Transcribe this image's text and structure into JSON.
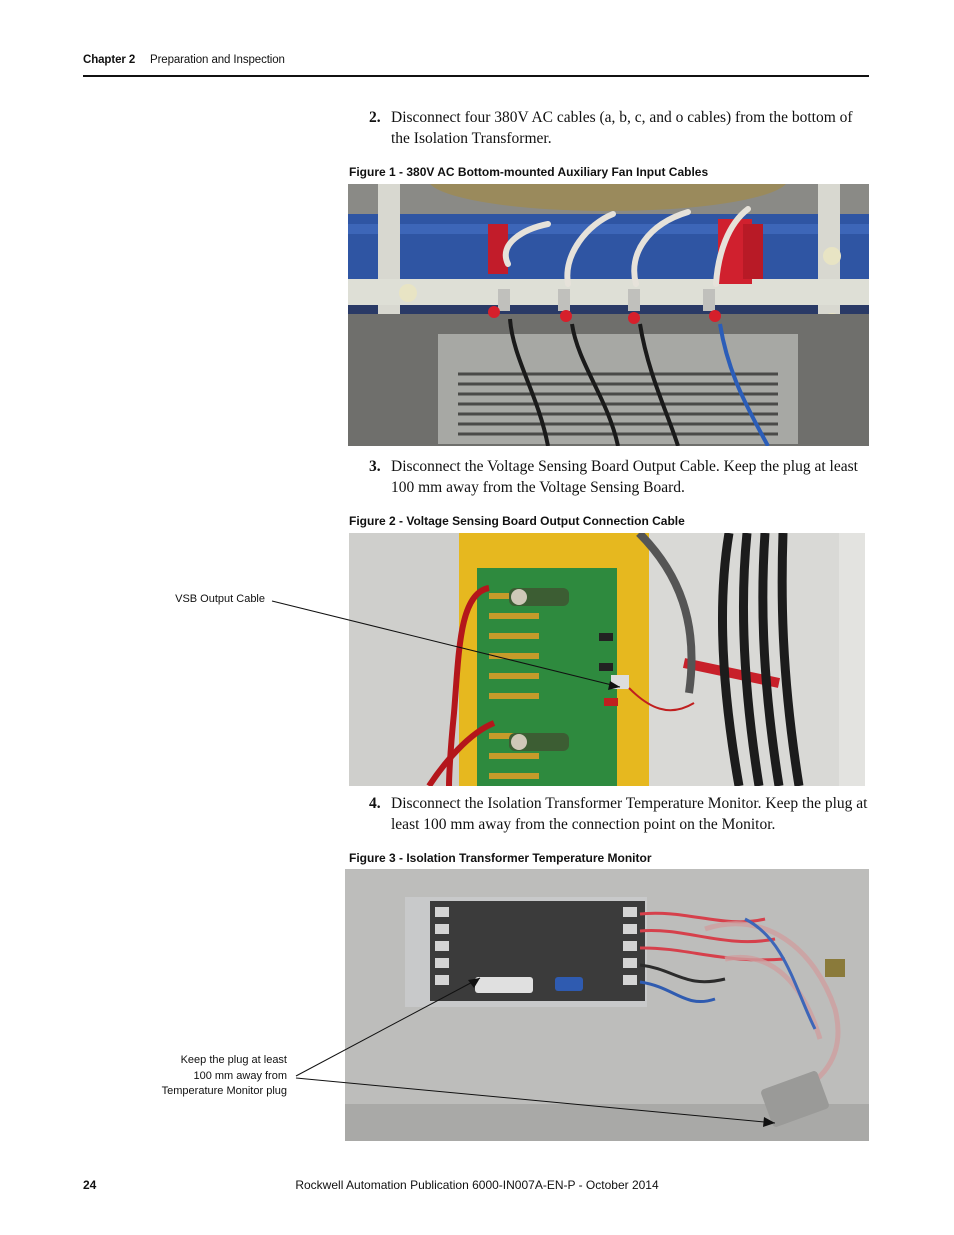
{
  "header": {
    "chapter": "Chapter 2",
    "section": "Preparation and Inspection"
  },
  "steps": [
    {
      "number": "2.",
      "text": "Disconnect four 380V AC cables (a, b, c, and o cables) from the bottom of the Isolation Transformer."
    },
    {
      "number": "3.",
      "text": "Disconnect the Voltage Sensing Board Output Cable. Keep the plug at least 100 mm away from the Voltage Sensing Board."
    },
    {
      "number": "4.",
      "text": "Disconnect the Isolation Transformer Temperature Monitor. Keep the plug at least 100 mm away from the connection point on the Monitor."
    }
  ],
  "figures": [
    {
      "caption": "Figure 1 - 380V AC Bottom-mounted Auxiliary Fan Input Cables"
    },
    {
      "caption": "Figure 2 -  Voltage Sensing Board Output Connection Cable",
      "callout": "VSB Output Cable"
    },
    {
      "caption": "Figure 3 - Isolation Transformer Temperature Monitor",
      "callout_lines": [
        "Keep the plug at least",
        "100 mm away from",
        "Temperature Monitor plug"
      ]
    }
  ],
  "footer": {
    "page": "24",
    "publication": "Rockwell Automation Publication 6000-IN007A-EN-P - October 2014"
  }
}
